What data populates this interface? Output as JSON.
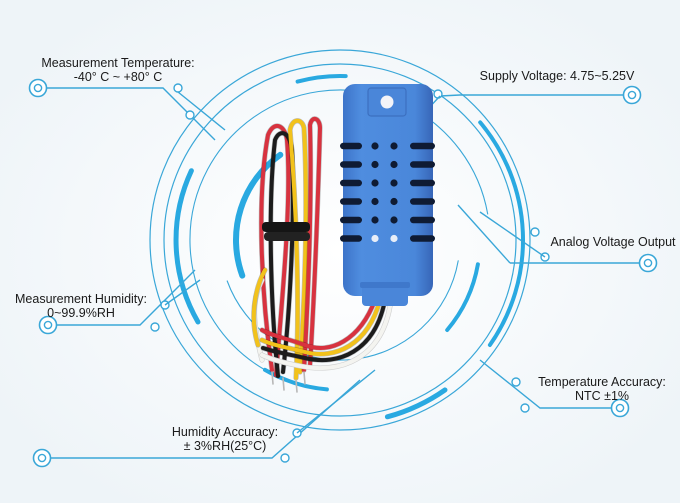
{
  "title": "Temperature and Humidity Sensor Module Specifications",
  "colors": {
    "accent": "#29a9e1",
    "line": "#3aa7d8",
    "sensor_body": "#4a86d9",
    "sensor_shadow": "#3a6fc2",
    "background": "#f7fafc",
    "text": "#1a1a1a"
  },
  "callouts": [
    {
      "id": "measurement-temperature",
      "line1": "Measurement Temperature:",
      "line2": "-40° C ~ +80° C",
      "icon": "target-circle-icon"
    },
    {
      "id": "supply-voltage",
      "line1": "Supply Voltage: 4.75~5.25V",
      "line2": "",
      "icon": "target-circle-icon"
    },
    {
      "id": "analog-voltage-output",
      "line1": "Analog Voltage Output",
      "line2": "",
      "icon": "target-circle-icon"
    },
    {
      "id": "measurement-humidity",
      "line1": "Measurement Humidity:",
      "line2": "0~99.9%RH",
      "icon": "target-circle-icon"
    },
    {
      "id": "temperature-accuracy",
      "line1": "Temperature Accuracy:",
      "line2": "NTC ±1%",
      "icon": "target-circle-icon"
    },
    {
      "id": "humidity-accuracy",
      "line1": "Humidity Accuracy:",
      "line2": "± 3%RH(25°C)",
      "icon": "target-circle-icon"
    }
  ],
  "sensor": {
    "wire_colors": [
      "#d8323f",
      "#f2c21b",
      "#1c1c1c",
      "#f4f4f0"
    ],
    "vent_rows": 6
  }
}
